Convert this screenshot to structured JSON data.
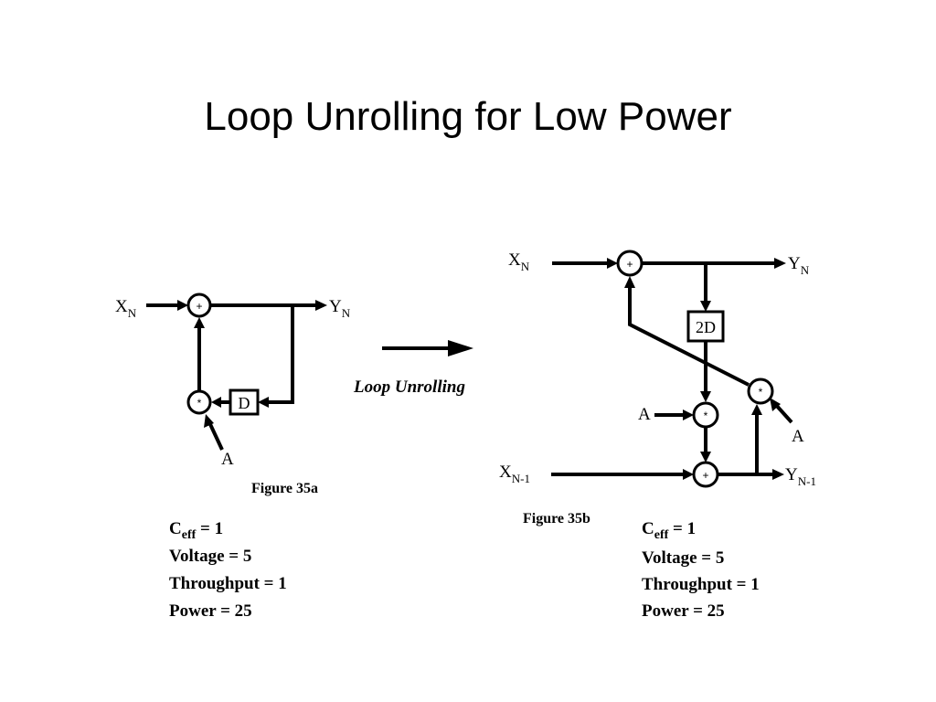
{
  "slide": {
    "title": "Loop Unrolling for Low Power"
  },
  "fig_a": {
    "input_main": "X",
    "input_sub": "N",
    "output_main": "Y",
    "output_sub": "N",
    "adder": "+",
    "multiplier": "*",
    "delay": "D",
    "coef": "A",
    "caption": "Figure 35a",
    "stats": {
      "ceff_main": "C",
      "ceff_sub": "eff",
      "ceff_val": " = 1",
      "voltage": "Voltage = 5",
      "throughput": "Throughput = 1",
      "power": "Power = 25"
    }
  },
  "transform": {
    "label": "Loop Unrolling"
  },
  "fig_b": {
    "input1_main": "X",
    "input1_sub": "N",
    "output1_main": "Y",
    "output1_sub": "N",
    "input2_main": "X",
    "input2_sub": "N-1",
    "output2_main": "Y",
    "output2_sub": "N-1",
    "adder": "+",
    "multiplier": "*",
    "delay": "2D",
    "coef_left": "A",
    "coef_right": "A",
    "caption": "Figure 35b",
    "stats": {
      "ceff_main": "C",
      "ceff_sub": "eff",
      "ceff_val": " = 1",
      "voltage": "Voltage = 5",
      "throughput": "Throughput = 1",
      "power": "Power = 25"
    }
  }
}
